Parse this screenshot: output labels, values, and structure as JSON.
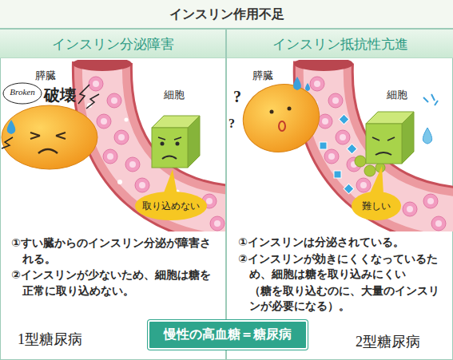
{
  "diagram": {
    "title": "インスリン作用不足",
    "nodes": [
      {
        "text": [
          "インスリン分泌障害",
          "①すい臓からのインスリン分泌が障害される。",
          "②インスリンが少ないため、細胞は糖を正常に取り込めない。",
          "1型糖尿病"
        ]
      },
      {
        "text": [
          "取り込めない"
        ],
        "in": 0
      },
      {
        "text": [
          "インスリン抵抗性亢進",
          "①インスリンは分泌されている。",
          "②インスリンが効きにくくなっているため、細胞は糖を取り込みにくい",
          "（糖を取り込むのに、大量のインスリンが必要になる）。",
          "2型糖尿病"
        ]
      },
      {
        "text": [
          "難しい"
        ],
        "in": 2
      },
      {
        "text": [
          "慢性の高血糖＝糖尿病"
        ]
      }
    ],
    "labels": [
      "Broken",
      "破壊",
      "膵臓",
      "細胞",
      "?",
      "?",
      "膵臓",
      "細胞"
    ]
  }
}
